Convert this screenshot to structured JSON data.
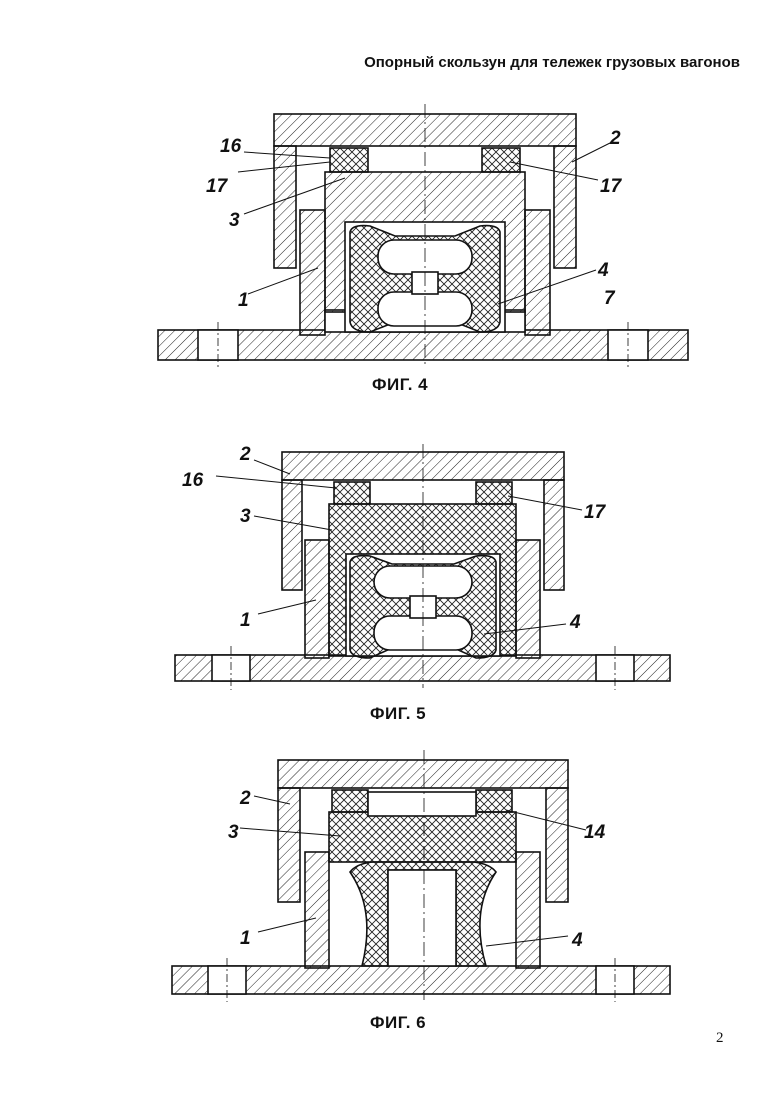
{
  "header": {
    "title": "Опорный скользун для тележек грузовых вагонов"
  },
  "page_number": "2",
  "figures": [
    {
      "caption": "ФИГ. 4",
      "labels": {
        "l16": "16",
        "l17a": "17",
        "l3": "3",
        "l2": "2",
        "l17b": "17",
        "l1": "1",
        "l4": "4",
        "l7": "7"
      }
    },
    {
      "caption": "ФИГ. 5",
      "labels": {
        "l2": "2",
        "l16": "16",
        "l3": "3",
        "l17": "17",
        "l1": "1",
        "l4": "4"
      }
    },
    {
      "caption": "ФИГ. 6",
      "labels": {
        "l2": "2",
        "l3": "3",
        "l14": "14",
        "l1": "1",
        "l4": "4"
      }
    }
  ]
}
